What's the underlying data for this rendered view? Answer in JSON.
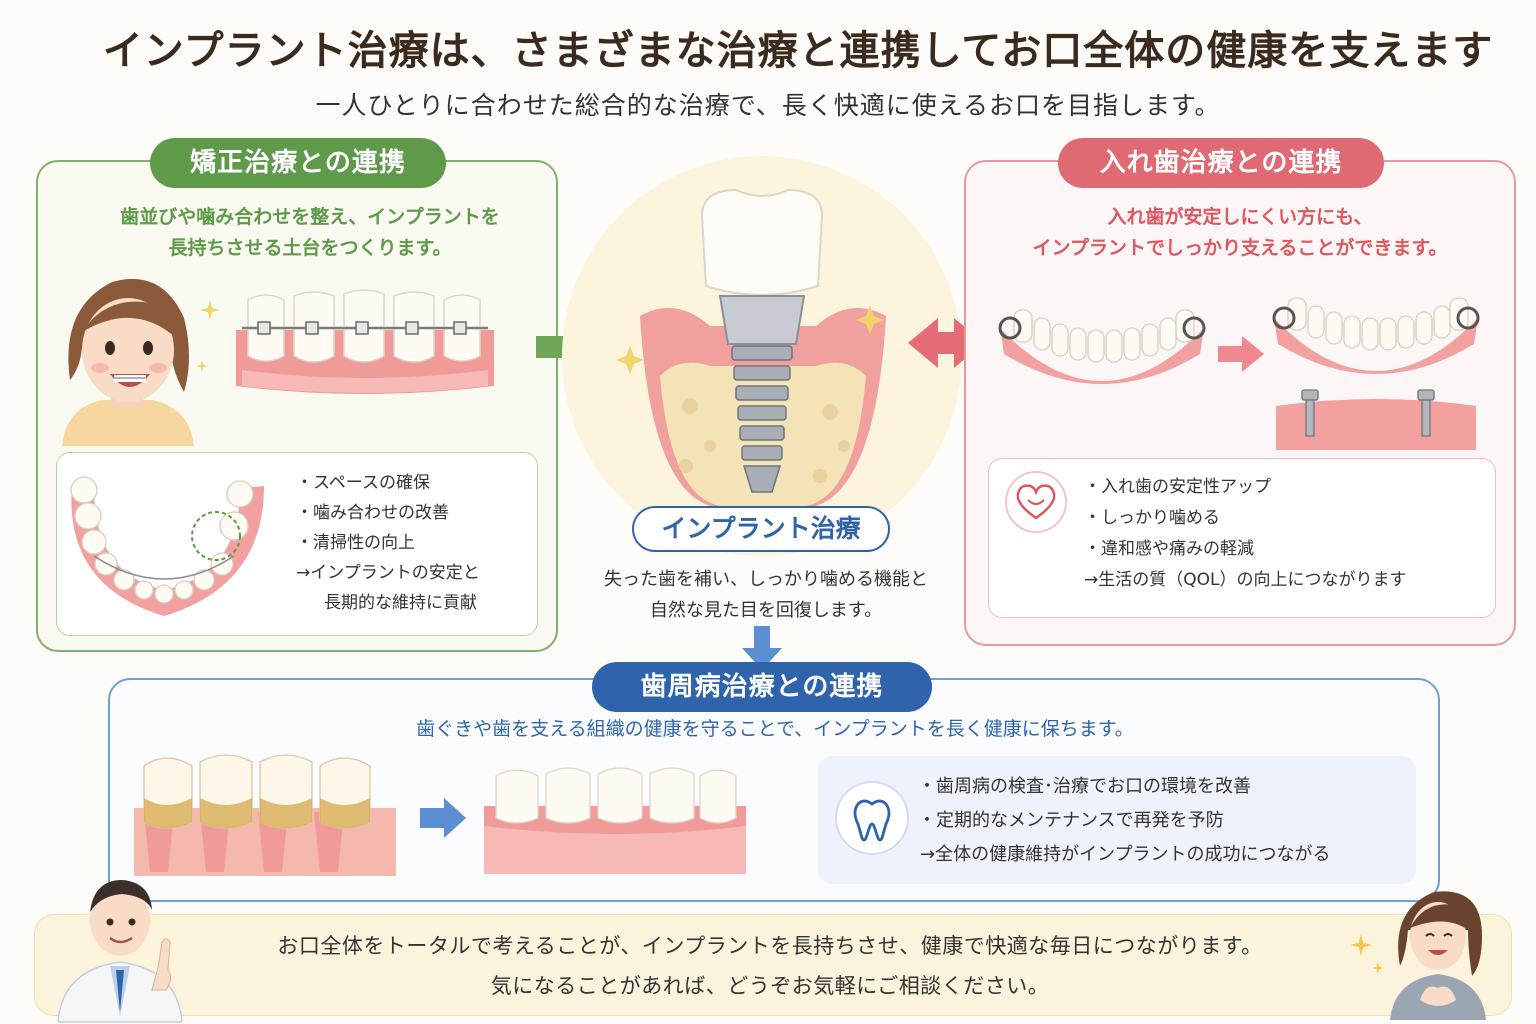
{
  "title": "インプラント治療は、さまざまな治療と連携してお口全体の健康を支えます",
  "subtitle": "一人ひとりに合わせた総合的な治療で、長く快適に使えるお口を目指します。",
  "ortho": {
    "heading": "矯正治療との連携",
    "lead1": "歯並びや噛み合わせを整え、インプラントを",
    "lead2": "長持ちさせる土台をつくります。",
    "bullets": [
      "・スペースの確保",
      "・噛み合わせの改善",
      "・清掃性の向上"
    ],
    "result1": "→インプラントの安定と",
    "result2": "長期的な維持に貢献"
  },
  "center": {
    "label": "インプラント治療",
    "desc1": "失った歯を補い、しっかり噛める機能と",
    "desc2": "自然な見た目を回復します。"
  },
  "denture": {
    "heading": "入れ歯治療との連携",
    "lead1": "入れ歯が安定しにくい方にも、",
    "lead2": "インプラントでしっかり支えることができます。",
    "bullets": [
      "・入れ歯の安定性アップ",
      "・しっかり噛める",
      "・違和感や痛みの軽減"
    ],
    "result": "→生活の質（QOL）の向上につながります"
  },
  "perio": {
    "heading": "歯周病治療との連携",
    "lead": "歯ぐきや歯を支える組織の健康を守ることで、インプラントを長く健康に保ちます。",
    "bullets": [
      "・歯周病の検査･治療でお口の環境を改善",
      "・定期的なメンテナンスで再発を予防"
    ],
    "result": "→全体の健康維持がインプラントの成功につながる"
  },
  "footer": {
    "line1": "お口全体をトータルで考えることが、インプラントを長持ちさせ、健康で快適な毎日につながります。",
    "line2": "気になることがあれば、どうぞお気軽にご相談ください。"
  },
  "colors": {
    "green": "#5e9a49",
    "pink": "#e06a73",
    "blue": "#2f64ad",
    "gum": "#f2a1a0"
  }
}
